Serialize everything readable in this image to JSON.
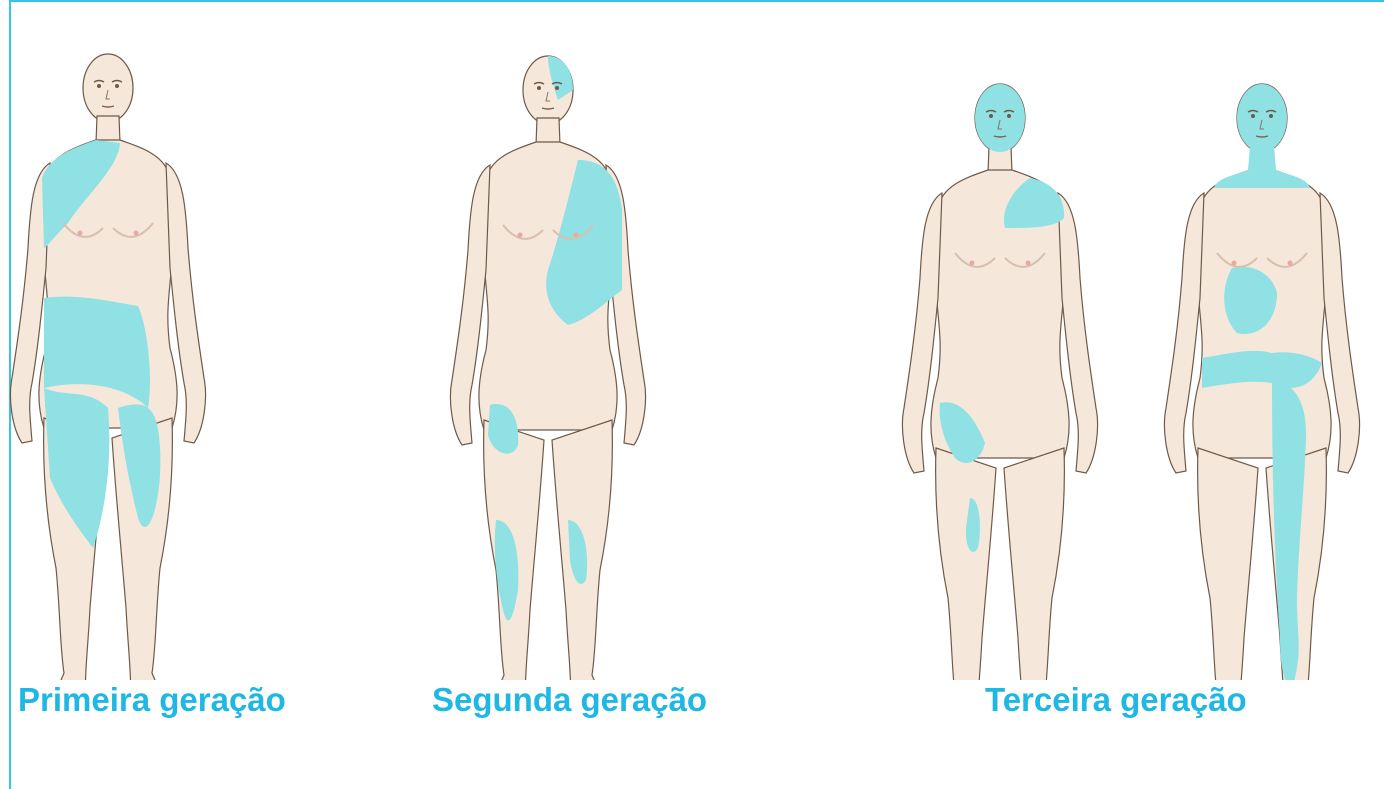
{
  "captions": {
    "first": "Primeira geração",
    "second": "Segunda geração",
    "third": "Terceira geração"
  },
  "colors": {
    "skin": "#f5e7da",
    "skin_shadow": "#e4cfbe",
    "outline": "#6e5a4a",
    "patch": "#8fe1e4",
    "caption": "#1fb7e3",
    "frame": "#33c4e6"
  },
  "figures": [
    {
      "name": "figure-first-generation",
      "sex": "female",
      "patches": [
        "neck-left-shoulder",
        "torso-lower",
        "left-leg"
      ]
    },
    {
      "name": "figure-second-generation-1",
      "sex": "female",
      "patches": [
        "head-left",
        "torso-diagonal-left-arm",
        "right-thigh",
        "right-shin",
        "left-shin"
      ]
    },
    {
      "name": "figure-third-generation-1",
      "sex": "female",
      "patches": [
        "head",
        "left-shoulder",
        "right-thigh",
        "right-shin"
      ]
    },
    {
      "name": "figure-third-generation-2",
      "sex": "female",
      "patches": [
        "head",
        "neck-shoulders",
        "abdomen",
        "left-leg"
      ]
    }
  ]
}
